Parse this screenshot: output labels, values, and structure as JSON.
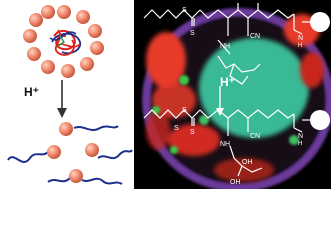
{
  "labels": {
    "acid_left": "H⁺",
    "acid_right": "H⁺",
    "cyano_top": "CN",
    "cyano_bottom": "CN",
    "nh_top": "NH",
    "nh_right_top": "N",
    "nh_right_top_h": "H",
    "nh_bottom": "NH",
    "nh_right_bottom": "N",
    "nh_right_bottom_h": "H",
    "oh_left": "OH",
    "oh_right": "OH",
    "s_top_1": "S",
    "s_top_2": "S",
    "s_bottom_1": "S",
    "s_bottom_2": "S",
    "s_bottom_3": "S"
  },
  "colors": {
    "sphere": "#f08a6e",
    "polymer_red": "#e0201c",
    "polymer_blue": "#1e2f8c",
    "arrow_left": "#333333",
    "cell_green": "#3cc8a0",
    "cell_red": "#e83a2a",
    "cell_purple": "#7a4aa8",
    "structure_lines": "#ffffff"
  }
}
